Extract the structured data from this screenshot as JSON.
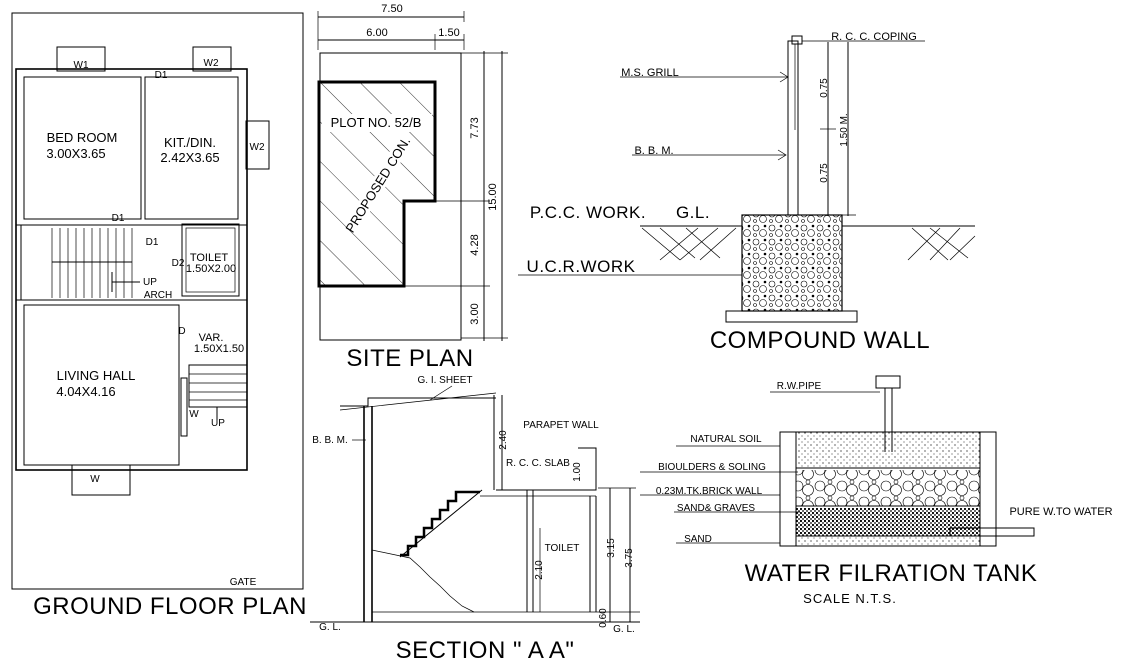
{
  "titles": {
    "ground_floor": "GROUND FLOOR PLAN",
    "site_plan": "SITE PLAN",
    "compound_wall": "COMPOUND WALL",
    "section": "SECTION  \" A  A\"",
    "water_tank": "WATER FILRATION TANK",
    "scale": "SCALE  N.T.S."
  },
  "ground_floor": {
    "bedroom": "BED ROOM",
    "bedroom_size": "3.00X3.65",
    "kitchen": "KIT./DIN.",
    "kitchen_size": "2.42X3.65",
    "toilet": "TOILET",
    "toilet_size": "1.50X2.00",
    "living": "LIVING HALL",
    "living_size": "4.04X4.16",
    "var": "VAR.",
    "var_size": "1.50X1.50",
    "w1": "W1",
    "w2_top": "W2",
    "w2_side": "W2",
    "w_bottom": "W",
    "w_stair": "W",
    "d1_top": "D1",
    "d1_mid": "D1",
    "d1_left": "D1",
    "d2": "D2",
    "d": "D",
    "up_arch": "UP",
    "arch": "ARCH",
    "up_stair": "UP",
    "gate": "GATE"
  },
  "site_plan": {
    "dim_total": "7.50",
    "dim_a": "6.00",
    "dim_b": "1.50",
    "dim_7_73": "7.73",
    "dim_15_00": "15.00",
    "dim_4_28": "4.28",
    "dim_3_00": "3.00",
    "plot": "PLOT NO. 52/B",
    "proposed": "PROPOSED CON."
  },
  "compound_wall": {
    "coping": "R. C. C. COPING",
    "grill": "M.S. GRILL",
    "bbm": "B. B. M.",
    "pcc": "P.C.C. WORK.",
    "gl": "G.L.",
    "ucr": "U.C.R.WORK",
    "dim_075_top": "0.75",
    "dim_075_bot": "0.75",
    "dim_150": "1.50 M."
  },
  "section": {
    "gi_sheet": "G. I. SHEET",
    "bbm": "B. B. M.",
    "dim_2_40": "2.40",
    "parapet": "PARAPET WALL",
    "rcc_slab": "R. C. C. SLAB",
    "dim_1_00": "1.00",
    "toilet": "TOILET",
    "dim_2_10": "2.10",
    "dim_3_15": "3.15",
    "dim_3_75": "3.75",
    "dim_0_60": "0.60",
    "gl_left": "G. L.",
    "gl_right": "G. L."
  },
  "water_tank": {
    "rw_pipe": "R.W.PIPE",
    "natural_soil": "NATURAL SOIL",
    "boulders": "BIOULDERS & SOLING",
    "brick": "0.23M.TK.BRICK WALL",
    "sand_graves": "SAND& GRAVES",
    "sand": "SAND",
    "pure": "PURE W.TO WATER"
  }
}
